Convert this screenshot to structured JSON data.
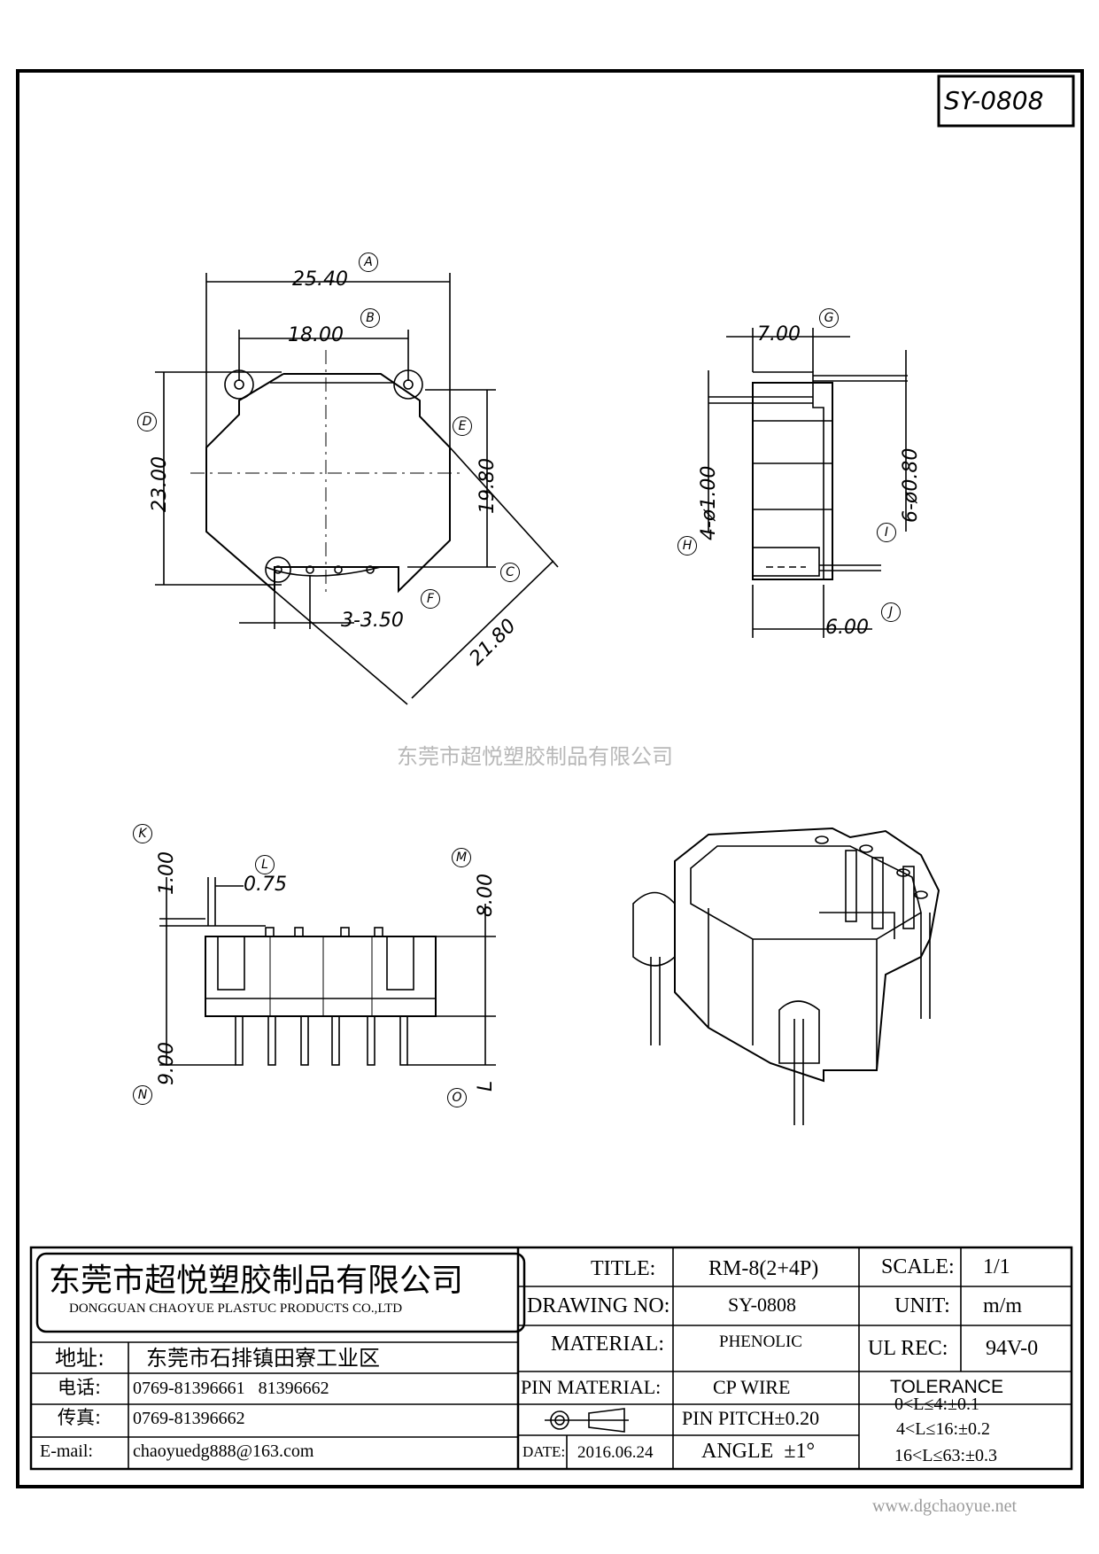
{
  "drawing_code": "SY-0808",
  "watermark_cn": "东莞市超悦塑胶制品有限公司",
  "website": "www.dgchaoyue.net",
  "dimensions": {
    "A": "25.40",
    "B": "18.00",
    "C": "21.80",
    "D": "23.00",
    "E": "19.80",
    "F": "3-3.50",
    "G": "7.00",
    "H": "4-ø1.00",
    "I": "6-ø0.80",
    "J": "6.00",
    "K": "1.00",
    "L": "0.75",
    "M": "8.00",
    "N": "9.00",
    "O": "L"
  },
  "labels": [
    "A",
    "B",
    "C",
    "D",
    "E",
    "F",
    "G",
    "H",
    "I",
    "J",
    "K",
    "L",
    "M",
    "N",
    "O"
  ],
  "title_block": {
    "company_cn": "东莞市超悦塑胶制品有限公司",
    "company_en": "DONGGUAN CHAOYUE PLASTUC PRODUCTS CO.,LTD",
    "address_label": "地址:",
    "address": "东莞市石排镇田寮工业区",
    "phone_label": "电话:",
    "phone": "0769-81396661   81396662",
    "fax_label": "传真:",
    "fax": "0769-81396662",
    "email_label": "E-mail:",
    "email": "chaoyuedg888@163.com",
    "title_label": "TITLE:",
    "title": "RM-8(2+4P)",
    "drawing_no_label": "DRAWING NO:",
    "drawing_no": "SY-0808",
    "material_label": "MATERIAL:",
    "material": "PHENOLIC",
    "pin_material_label": "PIN MATERIAL:",
    "pin_material": "CP WIRE",
    "pin_pitch": "PIN PITCH±0.20",
    "angle": "ANGLE  ±1°",
    "date_label": "DATE:",
    "date": "2016.06.24",
    "scale_label": "SCALE:",
    "scale": "1/1",
    "unit_label": "UNIT:",
    "unit": "m/m",
    "ul_label": "UL REC:",
    "ul": "94V-0",
    "tolerance_label": "TOLERANCE",
    "tol1": "0<L≤4:±0.1",
    "tol2": "4<L≤16:±0.2",
    "tol3": "16<L≤63:±0.3"
  }
}
